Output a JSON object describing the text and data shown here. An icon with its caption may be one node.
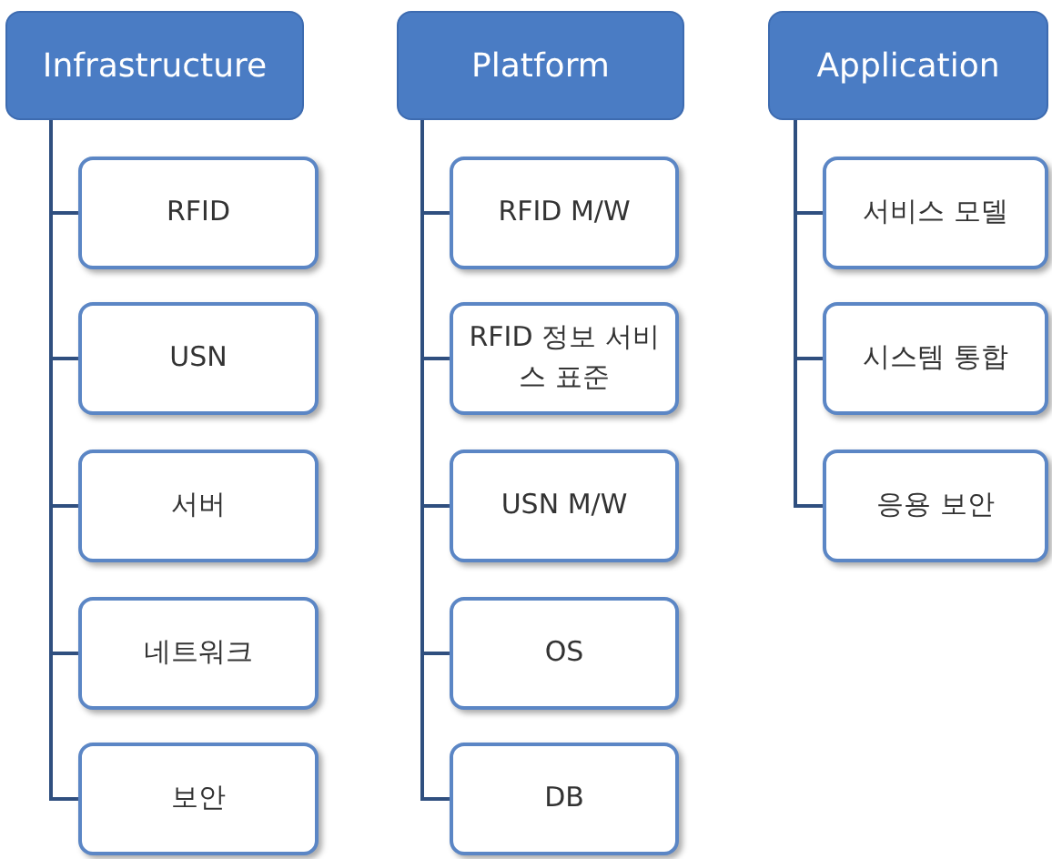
{
  "diagram": {
    "nodes": [
      {
        "text": [
          "Infrastructure"
        ]
      },
      {
        "text": [
          "RFID"
        ]
      },
      {
        "text": [
          "USN"
        ]
      },
      {
        "text": [
          "서버"
        ]
      },
      {
        "text": [
          "네트워크"
        ]
      },
      {
        "text": [
          "보안"
        ]
      },
      {
        "text": [
          "Platform"
        ]
      },
      {
        "text": [
          "RFID M/W"
        ]
      },
      {
        "text": [
          "RFID 정보 서비스 표준"
        ]
      },
      {
        "text": [
          "USN M/W"
        ]
      },
      {
        "text": [
          "OS"
        ]
      },
      {
        "text": [
          "DB"
        ]
      },
      {
        "text": [
          "Application"
        ]
      },
      {
        "text": [
          "서비스 모델"
        ]
      },
      {
        "text": [
          "시스템 통합"
        ]
      },
      {
        "text": [
          "응용 보안"
        ]
      }
    ],
    "edges": [
      {
        "from": 0,
        "to": 1,
        "arrow": "none"
      },
      {
        "from": 0,
        "to": 2,
        "arrow": "none"
      },
      {
        "from": 0,
        "to": 3,
        "arrow": "none"
      },
      {
        "from": 0,
        "to": 4,
        "arrow": "none"
      },
      {
        "from": 0,
        "to": 5,
        "arrow": "none"
      },
      {
        "from": 6,
        "to": 7,
        "arrow": "none"
      },
      {
        "from": 6,
        "to": 8,
        "arrow": "none"
      },
      {
        "from": 6,
        "to": 9,
        "arrow": "none"
      },
      {
        "from": 6,
        "to": 10,
        "arrow": "none"
      },
      {
        "from": 6,
        "to": 11,
        "arrow": "none"
      },
      {
        "from": 12,
        "to": 13,
        "arrow": "none"
      },
      {
        "from": 12,
        "to": 14,
        "arrow": "none"
      },
      {
        "from": 12,
        "to": 15,
        "arrow": "none"
      }
    ]
  }
}
